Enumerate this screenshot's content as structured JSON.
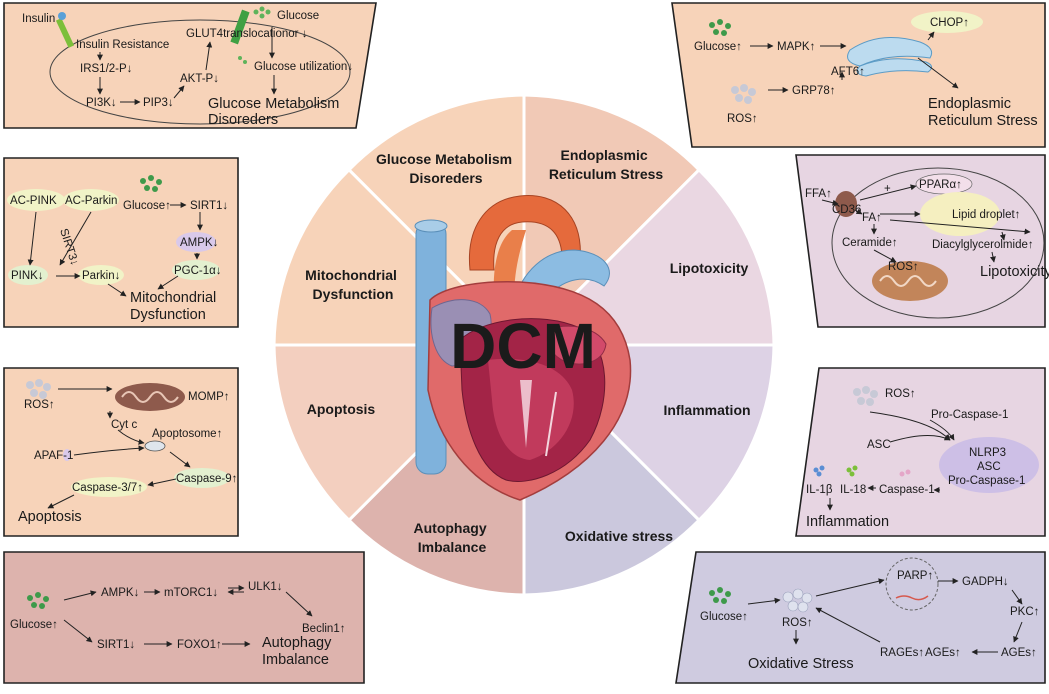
{
  "center": {
    "title": "DCM"
  },
  "segments": {
    "glucose": "Glucose Metabolism|Disoreders",
    "er": "Endoplasmic|Reticulum Stress",
    "lipo": "Lipotoxicity",
    "inflam": "Inflammation",
    "oxid": "Oxidative stress",
    "autoph": "Autophagy|Imbalance",
    "apopt": "Apoptosis",
    "mito": "Mitochondrial|Dysfunction"
  },
  "panel_glucose": {
    "insulin": "Insulin",
    "insulin_resistance": "Insulin Resistance",
    "irs": "IRS1/2-P↓",
    "pi3k": "PI3K↓",
    "pip3": "PIP3↓",
    "akt": "AKT-P↓",
    "glut4": "GLUT4translocationor ↓",
    "glucose": "Glucose",
    "glucose_util": "Glucose utilization↓",
    "result_line1": "Glucose Metabolism",
    "result_line2": "Disoreders"
  },
  "panel_er": {
    "glucose": "Glucose↑",
    "mapk": "MAPK↑",
    "chop": "CHOP↑",
    "atf6": "AFT6↑",
    "ros": "ROS↑",
    "grp78": "GRP78↑",
    "result_line1": "Endoplasmic",
    "result_line2": "Reticulum Stress"
  },
  "panel_mito": {
    "ac_pink": "AC-PINK",
    "ac_parkin": "AC-Parkin",
    "glucose": "Glucose↑",
    "sirt1": "SIRT1↓",
    "sirt3": "SIRT3↓",
    "ampk": "AMPK↓",
    "pgc": "PGC-1α↓",
    "pink": "PINK↓",
    "parkin": "Parkin↓",
    "result_line1": "Mitochondrial",
    "result_line2": "Dysfunction"
  },
  "panel_lipo": {
    "ffa": "FFA↑",
    "cd36": "CD36",
    "plus": "+",
    "ppar": "PPARα↑",
    "fa": "FA↑",
    "lipid_droplet": "Lipid droplet↑",
    "ceramide": "Ceramide↑",
    "diacyl": "Diacylglycerolmide↑",
    "ros": "ROS↑",
    "result": "Lipotoxicity"
  },
  "panel_apopt": {
    "ros": "ROS↑",
    "momp": "MOMP↑",
    "cytc": "Cyt c",
    "apoptosome": "Apoptosome↑",
    "apaf": "APAF-1",
    "casp9": "Caspase-9↑",
    "casp37": "Caspase-3/7↑",
    "result": "Apoptosis"
  },
  "panel_inflam": {
    "ros": "ROS↑",
    "procasp": "Pro-Caspase-1",
    "asc": "ASC",
    "nlrp3_1": "NLRP3",
    "nlrp3_2": "ASC",
    "nlrp3_3": "Pro-Caspase-1",
    "il1b": "IL-1β",
    "il18": "IL-18",
    "casp1": "Caspase-1",
    "result": "Inflammation"
  },
  "panel_autoph": {
    "glucose": "Glucose↑",
    "ampk": "AMPK↓",
    "mtorc1": "mTORC1↓",
    "ulk1": "ULK1↓",
    "beclin": "Beclin1↑",
    "sirt1": "SIRT1↓",
    "foxo1": "FOXO1↑",
    "result_line1": "Autophagy",
    "result_line2": "Imbalance"
  },
  "panel_oxid": {
    "glucose": "Glucose↑",
    "ros": "ROS↑",
    "parp": "PARP↑",
    "gadph": "GADPH↓",
    "pkc": "PKC↑",
    "ages": "AGEs↑",
    "rages": "RAGEs↑",
    "ages2": "AGEs↑",
    "result": "Oxidative Stress"
  },
  "colors": {
    "peach": "#f7d2b6",
    "lavender": "#e7d5e2",
    "blue_lavender": "#cfcbe0",
    "mauve": "#ddb3ad"
  }
}
